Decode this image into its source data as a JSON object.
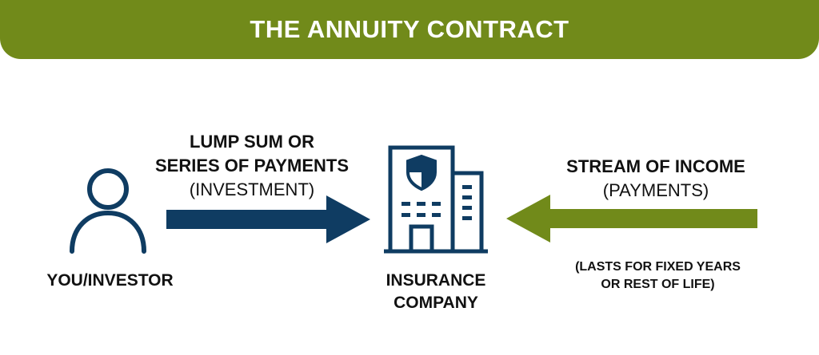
{
  "header": {
    "title": "THE ANNUITY CONTRACT"
  },
  "investor": {
    "label": "YOU/INVESTOR"
  },
  "payment": {
    "line1": "LUMP SUM OR",
    "line2": "SERIES OF PAYMENTS",
    "line3": "(INVESTMENT)"
  },
  "company": {
    "line1": "INSURANCE",
    "line2": "COMPANY"
  },
  "income": {
    "line1": "STREAM OF INCOME",
    "line2": "(PAYMENTS)",
    "note1": "(LASTS FOR FIXED YEARS",
    "note2": "OR REST OF LIFE)"
  },
  "colors": {
    "navy": "#0f3c62",
    "olive": "#718a1a",
    "text": "#111111"
  },
  "icons": [
    "person-icon",
    "insurance-building-icon",
    "shield-icon",
    "right-arrow-icon",
    "left-arrow-icon"
  ]
}
